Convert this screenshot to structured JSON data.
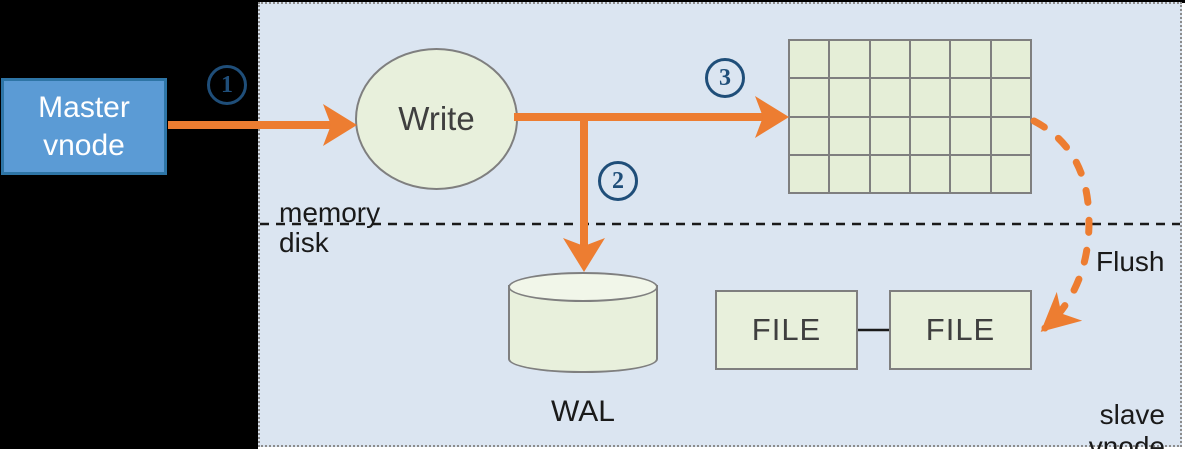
{
  "diagram": {
    "master_vnode": {
      "label": "Master vnode"
    },
    "write_node": {
      "label": "Write"
    },
    "steps": [
      {
        "number": "1"
      },
      {
        "number": "2"
      },
      {
        "number": "3"
      }
    ],
    "memory_table": {
      "rows": 4,
      "cols": 6
    },
    "wal": {
      "label": "WAL"
    },
    "files": [
      {
        "label": "FILE"
      },
      {
        "label": "FILE"
      }
    ],
    "flush": {
      "label": "Flush"
    },
    "region_labels": {
      "memory": "memory",
      "disk": "disk",
      "slave": "slave vnode"
    },
    "colors": {
      "panel_bg": "#dbe5f1",
      "node_fill": "#e8f0dc",
      "node_border": "#7f7f7f",
      "master_fill": "#5b9bd5",
      "master_border": "#2e75a6",
      "arrow_orange": "#ed7d31",
      "step_blue": "#1f4e79",
      "text_dark": "#3f3f3f",
      "line_black": "#1a1a1a",
      "background_black": "#000000"
    }
  }
}
